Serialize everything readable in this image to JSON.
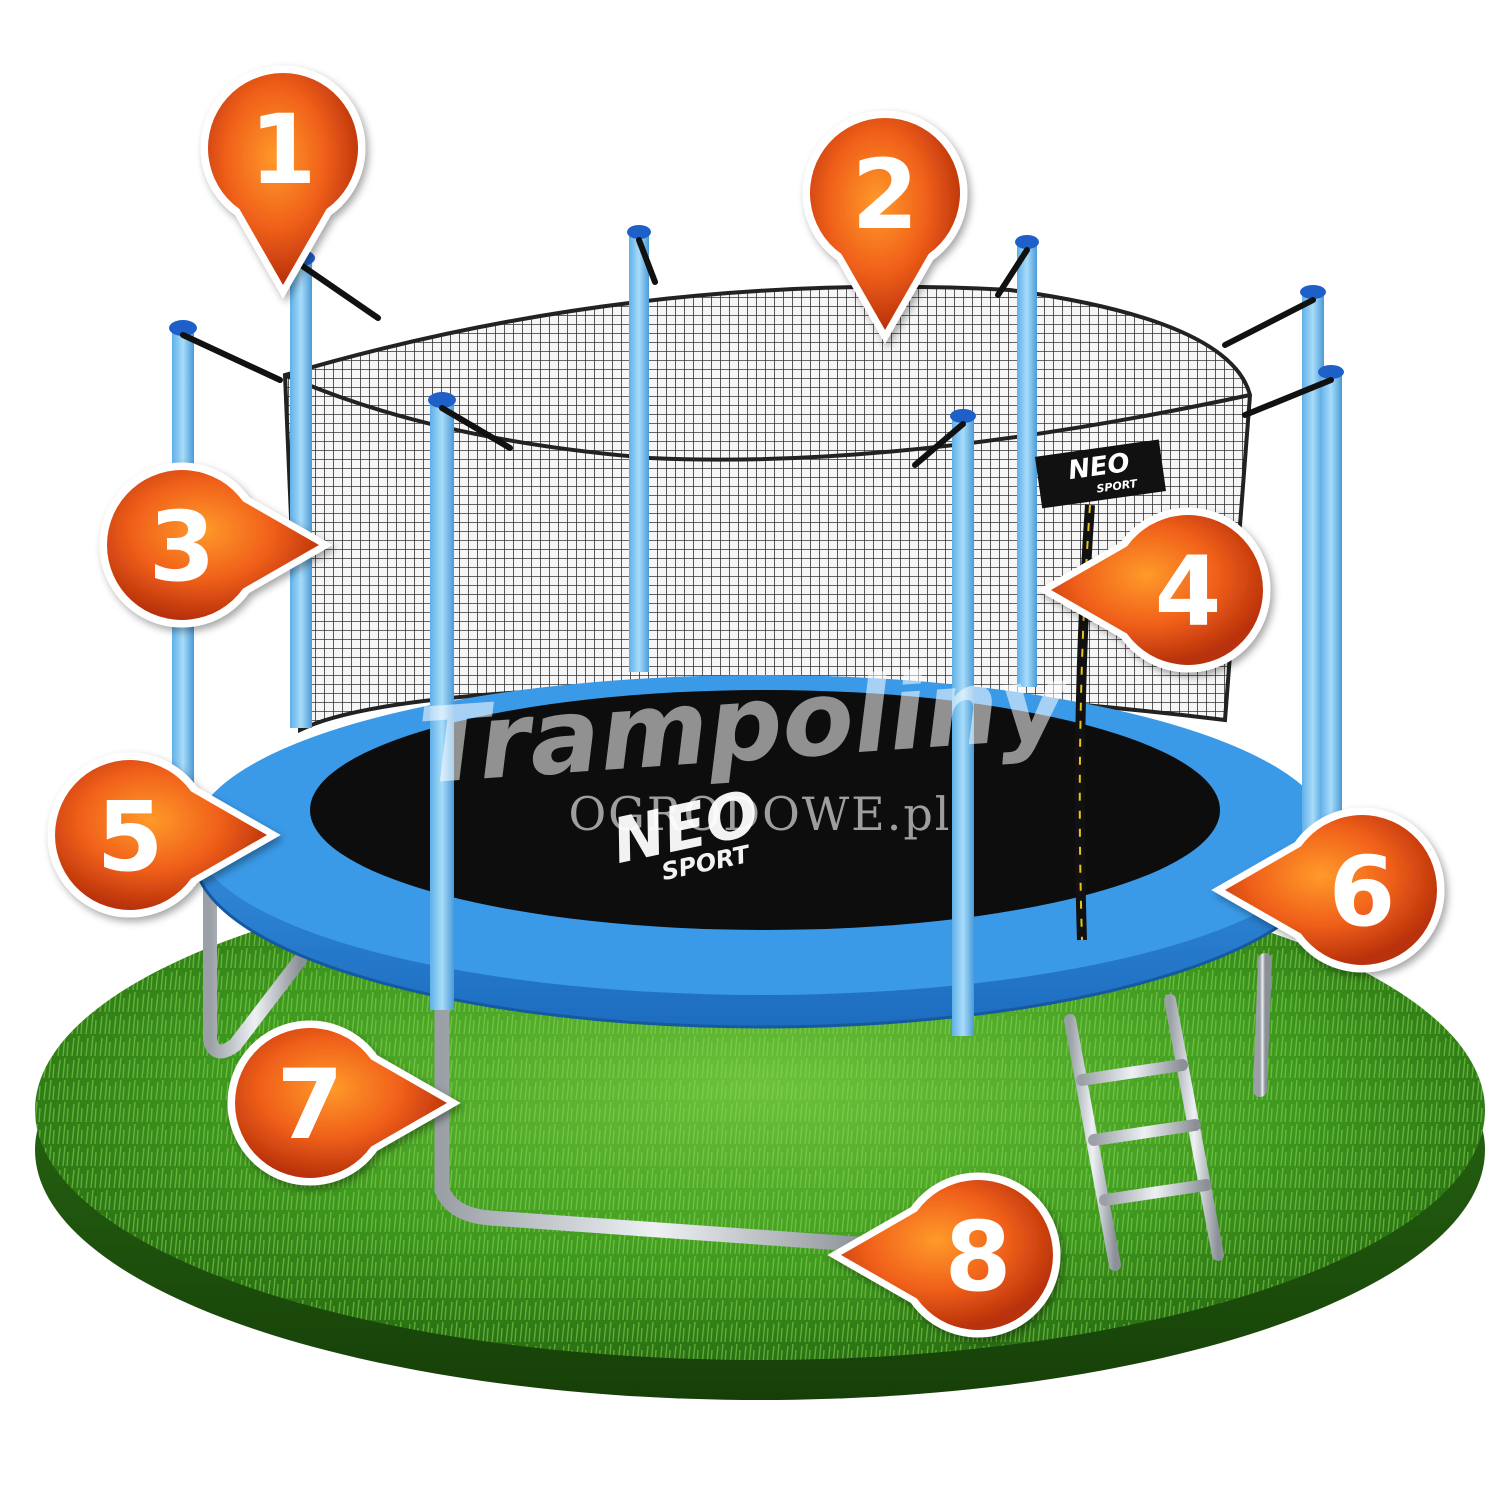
{
  "brand": {
    "logo_word": "NEO",
    "logo_sub": "SPORT",
    "colors": {
      "frame_pad": "#2f8fe0",
      "frame_pad_dark": "#1f6fbf",
      "pole": "#7cc3f0",
      "pole_cap": "#1f5fc8",
      "mat": "#0d0d0d",
      "net": "#3a3a3a",
      "grass": "#3f9a1f",
      "marker_fill": "#e04a12",
      "marker_ring": "#ffffff"
    }
  },
  "watermark": {
    "line1": "Trampoliny",
    "line2": "OGRODOWE.pl"
  },
  "markers": [
    {
      "label": "1"
    },
    {
      "label": "2"
    },
    {
      "label": "3"
    },
    {
      "label": "4"
    },
    {
      "label": "5"
    },
    {
      "label": "6"
    },
    {
      "label": "7"
    },
    {
      "label": "8"
    }
  ]
}
